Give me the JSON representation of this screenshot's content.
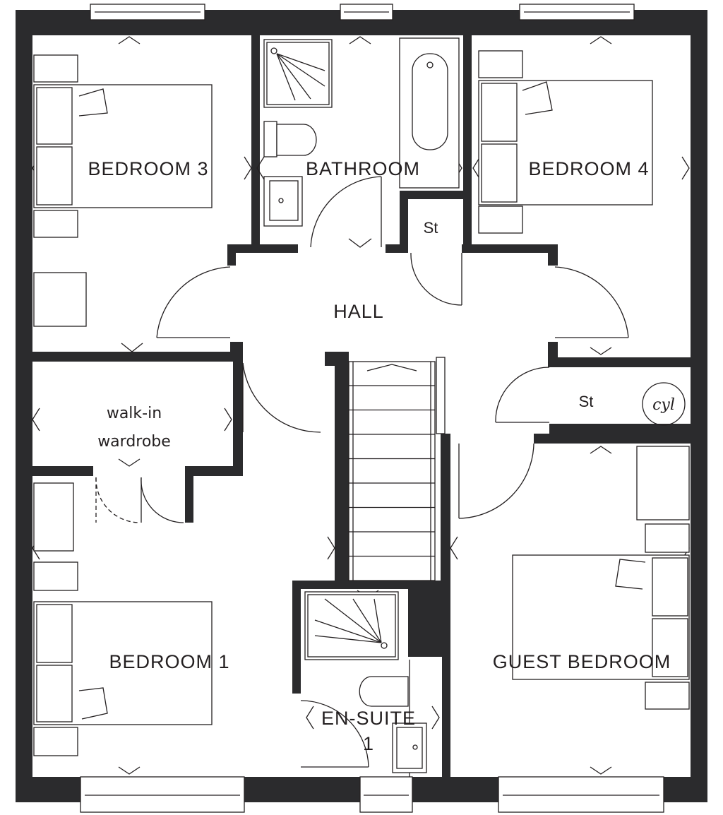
{
  "plan": {
    "rooms": {
      "bedroom3": "BEDROOM 3",
      "bathroom": "BATHROOM",
      "bedroom4": "BEDROOM 4",
      "store_top": "St",
      "hall": "HALL",
      "walkin_line1": "walk-in",
      "walkin_line2": "wardrobe",
      "store_right": "St",
      "cylinder": "cyl",
      "bedroom1": "BEDROOM 1",
      "guest_bedroom": "GUEST BEDROOM",
      "ensuite_line1": "EN-SUITE",
      "ensuite_line2": "1"
    }
  }
}
